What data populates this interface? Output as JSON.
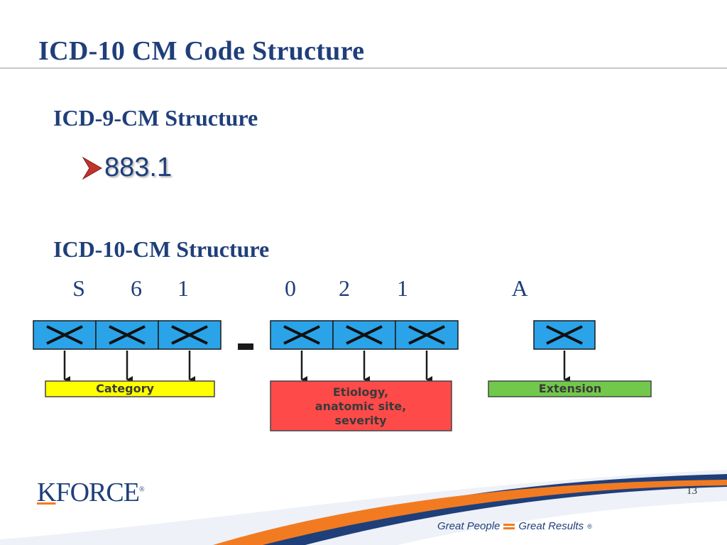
{
  "slide": {
    "title": "ICD-10 CM Code Structure",
    "page_number": "13"
  },
  "icd9": {
    "heading": "ICD-9-CM Structure",
    "code": "883.1"
  },
  "icd10": {
    "heading": "ICD-10-CM Structure",
    "characters": [
      "S",
      "6",
      "1",
      "0",
      "2",
      "1",
      "A"
    ],
    "separator": "-",
    "category_label": "Category",
    "etiology_label_lines": [
      "Etiology,",
      "anatomic site,",
      "severity"
    ],
    "extension_label": "Extension"
  },
  "colors": {
    "title_blue": "#1f3f7a",
    "box_blue": "#2aa3e8",
    "category_yellow": "#ffff00",
    "etiology_red": "#ff4a4a",
    "extension_green": "#72c84a",
    "bullet_red": "#c0342c",
    "logo_orange": "#f27b21"
  },
  "footer": {
    "logo_k": "K",
    "logo_rest": "FORCE",
    "logo_mark": "®",
    "tagline_left": "Great People",
    "tagline_right": "Great Results",
    "tagline_mark": "®"
  }
}
